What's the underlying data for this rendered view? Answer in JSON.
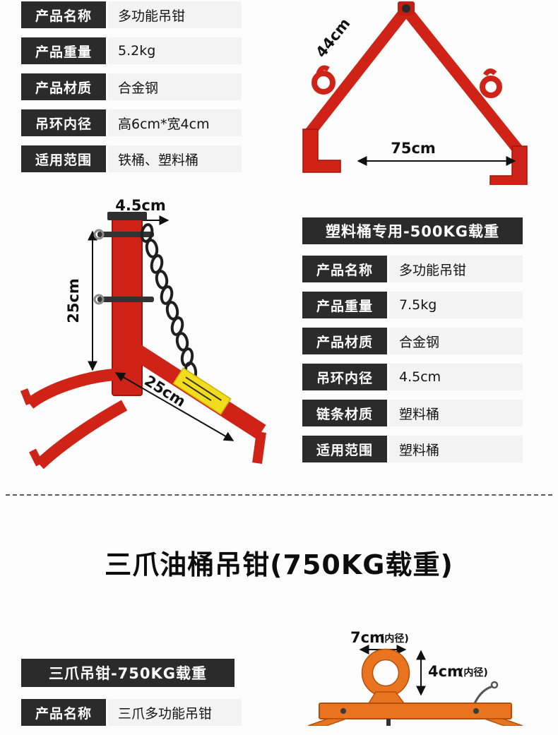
{
  "colors": {
    "label_cell_bg": "#2b2b2b",
    "value_cell_bg": "#f3f3f3",
    "clamp_red": "#cf2318",
    "clamp_orange": "#e8741f",
    "label_sticker_yellow": "#f2dc1e"
  },
  "table_main": {
    "rows": [
      {
        "label": "产品名称",
        "value": "多功能吊钳"
      },
      {
        "label": "产品重量",
        "value": "5.2kg"
      },
      {
        "label": "产品材质",
        "value": "合金钢"
      },
      {
        "label": "吊环内径",
        "value": "高6cm*宽4cm"
      },
      {
        "label": "适用范围",
        "value": "铁桶、塑料桶"
      }
    ]
  },
  "a_frame": {
    "leg_dim": "44cm",
    "width_dim": "75cm"
  },
  "lifter": {
    "top_dim": "4.5cm",
    "height_dim": "25cm",
    "arm_dim": "25cm"
  },
  "section_500": {
    "header": "塑料桶专用-500KG载重",
    "rows": [
      {
        "label": "产品名称",
        "value": "多功能吊钳"
      },
      {
        "label": "产品重量",
        "value": "7.5kg"
      },
      {
        "label": "产品材质",
        "value": "合金钢"
      },
      {
        "label": "吊环内径",
        "value": "4.5cm"
      },
      {
        "label": "链条材质",
        "value": "塑料桶"
      },
      {
        "label": "适用范围",
        "value": "塑料桶"
      }
    ]
  },
  "section_750": {
    "title": "三爪油桶吊钳(750KG载重)",
    "banner": "三爪吊钳-750KG载重",
    "rows": [
      {
        "label": "产品名称",
        "value": "三爪多功能吊钳"
      }
    ],
    "dims": {
      "inner7": "7cm",
      "inner7_note": "(内径)",
      "inner4": "4cm",
      "inner4_note": "(内径)"
    }
  }
}
